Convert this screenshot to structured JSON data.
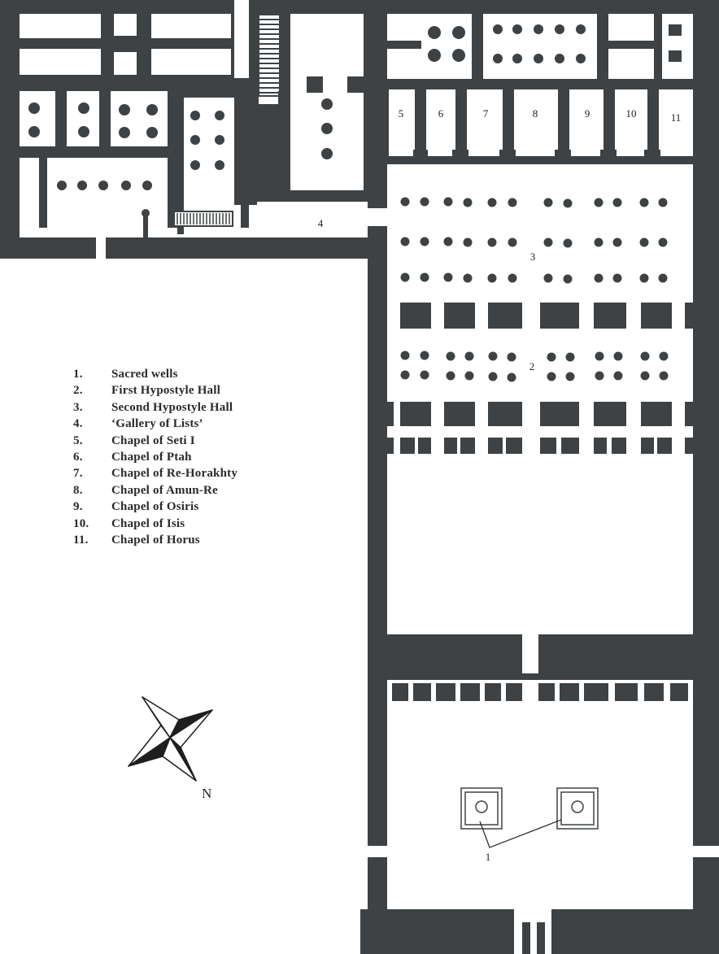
{
  "legend": {
    "items": [
      {
        "num": "1.",
        "text": "Sacred wells"
      },
      {
        "num": "2.",
        "text": "First Hypostyle Hall"
      },
      {
        "num": "3.",
        "text": "Second Hypostyle Hall"
      },
      {
        "num": "4.",
        "text": "‘Gallery of Lists’"
      },
      {
        "num": "5.",
        "text": "Chapel of Seti I"
      },
      {
        "num": "6.",
        "text": "Chapel of Ptah"
      },
      {
        "num": "7.",
        "text": "Chapel of Re-Horakhty"
      },
      {
        "num": "8.",
        "text": "Chapel of Amun-Re"
      },
      {
        "num": "9.",
        "text": "Chapel of Osiris"
      },
      {
        "num": "10.",
        "text": "Chapel of Isis"
      },
      {
        "num": "11.",
        "text": "Chapel of Horus"
      }
    ]
  },
  "plan_labels": {
    "wells": "1",
    "first_hall": "2",
    "second_hall": "3",
    "gallery": "4",
    "chapel_seti": "5",
    "chapel_ptah": "6",
    "chapel_re": "7",
    "chapel_amun": "8",
    "chapel_osiris": "9",
    "chapel_isis": "10",
    "chapel_horus": "11"
  },
  "compass": {
    "north_label": "N"
  },
  "colors": {
    "wall": "#3e4244",
    "ink": "#1e1e1e",
    "background": "#ffffff"
  }
}
